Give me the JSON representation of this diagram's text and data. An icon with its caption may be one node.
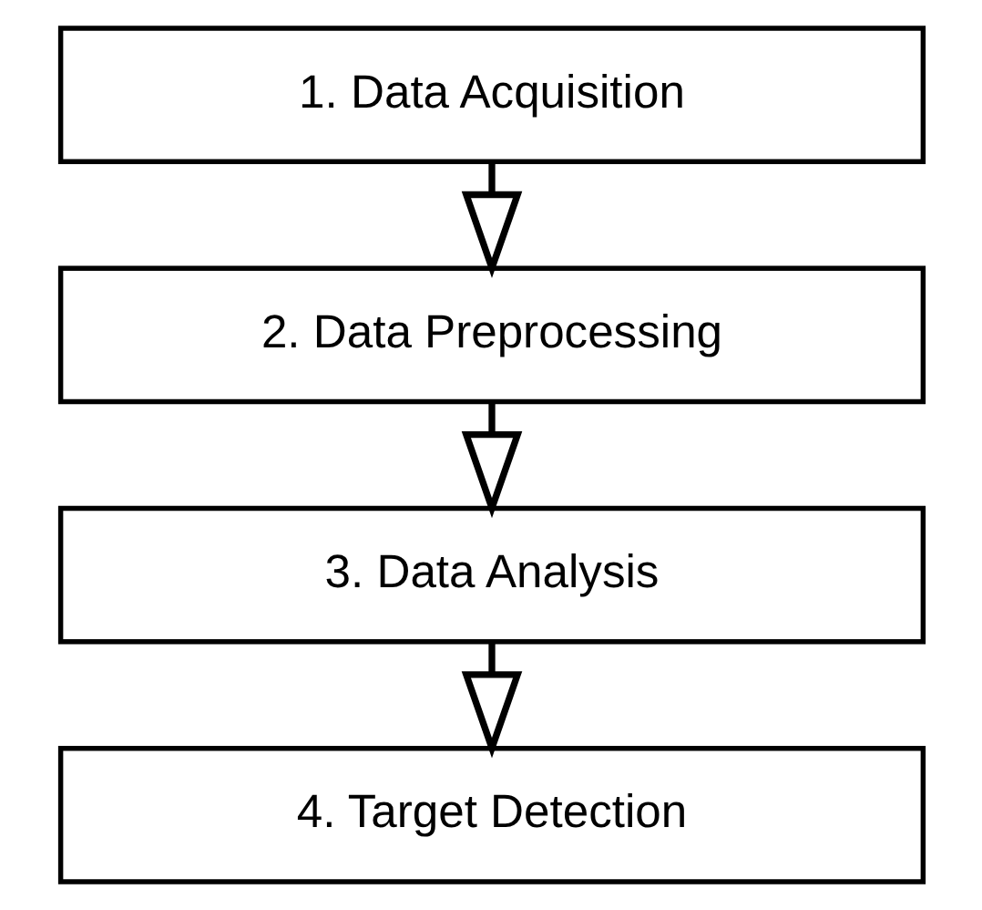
{
  "diagram": {
    "nodes": [
      {
        "text": [
          "1. Data Acquisition"
        ]
      },
      {
        "text": [
          "2. Data Preprocessing"
        ]
      },
      {
        "text": [
          "3. Data Analysis"
        ]
      },
      {
        "text": [
          "4. Target Detection"
        ]
      }
    ],
    "edges": [
      {
        "from": 0,
        "to": 1,
        "arrow": "to"
      },
      {
        "from": 1,
        "to": 2,
        "arrow": "to"
      },
      {
        "from": 2,
        "to": 3,
        "arrow": "to"
      }
    ]
  }
}
